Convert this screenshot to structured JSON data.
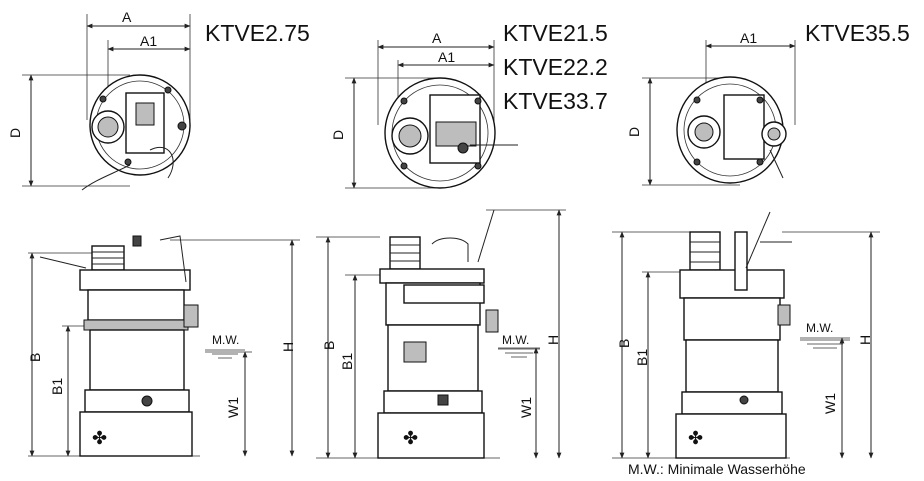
{
  "models": {
    "col1": "KTVE2.75",
    "col2_a": "KTVE21.5",
    "col2_b": "KTVE22.2",
    "col2_c": "KTVE33.7",
    "col3": "KTVE35.5"
  },
  "dimensions": {
    "A": "A",
    "A1": "A1",
    "D": "D",
    "B": "B",
    "B1": "B1",
    "H": "H",
    "W1": "W1",
    "MW": "M.W."
  },
  "footnote": "M.W.: Minimale Wasserhöhe",
  "colors": {
    "ink": "#111111",
    "shade": "#bdbdbd",
    "dark": "#444444"
  }
}
